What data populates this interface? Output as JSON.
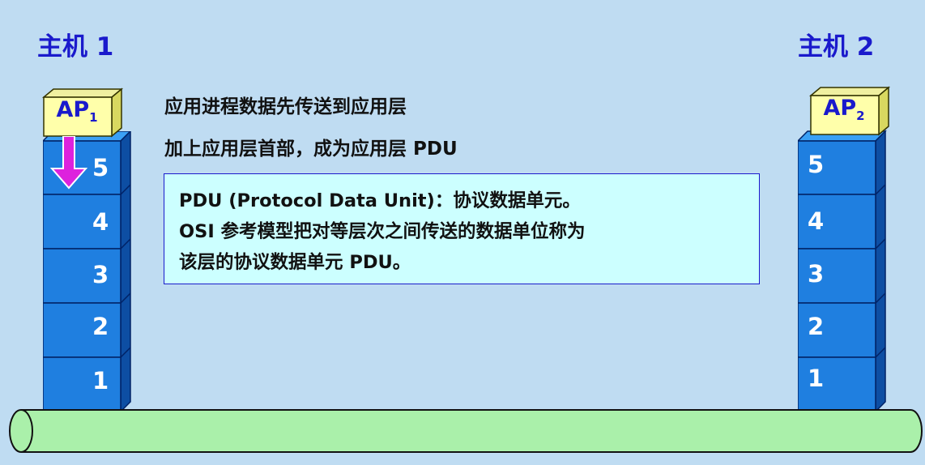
{
  "host1": {
    "title": "主机 1",
    "ap": "AP",
    "ap_sub": "1"
  },
  "host2": {
    "title": "主机 2",
    "ap": "AP",
    "ap_sub": "2"
  },
  "layers": [
    "5",
    "4",
    "3",
    "2",
    "1"
  ],
  "captions": [
    "应用进程数据先传送到应用层",
    "加上应用层首部，成为应用层 PDU"
  ],
  "info_box": {
    "lines": [
      "PDU (Protocol Data Unit)：协议数据单元。",
      "OSI 参考模型把对等层次之间传送的数据单位称为",
      "该层的协议数据单元 PDU。"
    ]
  },
  "colors": {
    "background": "#bfdcf2",
    "title": "#1a1acc",
    "layer_front": "#1f7fe0",
    "layer_side": "#0d4ea3",
    "layer_top": "#3aa0f5",
    "ap_front": "#ffffaa",
    "ap_side": "#d8d860",
    "arrow": "#dd22dd",
    "cable": "#aaf0aa",
    "info_box_bg": "#ccffff"
  }
}
